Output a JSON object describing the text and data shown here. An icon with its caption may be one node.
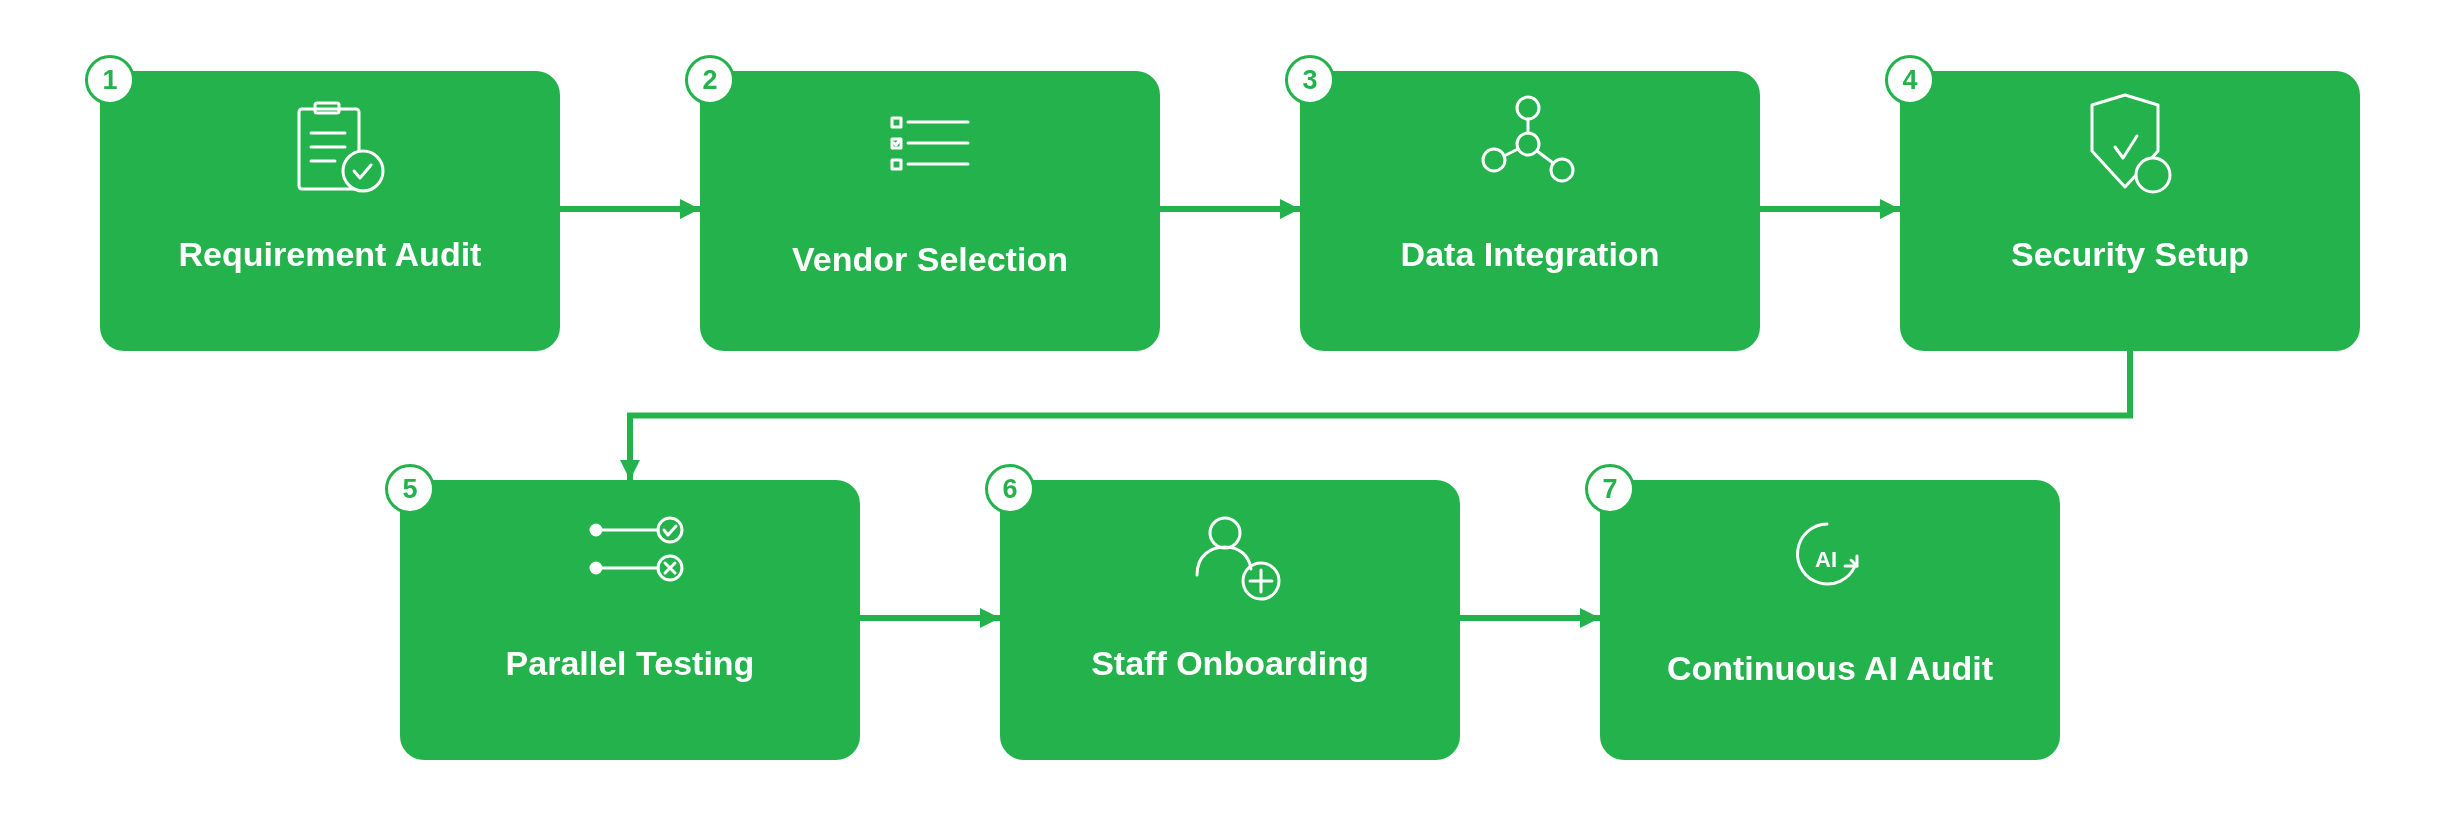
{
  "diagram": {
    "nodes": [
      {
        "text": [
          "1"
        ]
      },
      {
        "text": [
          "Requirement Audit"
        ]
      },
      {
        "text": [
          "2"
        ]
      },
      {
        "text": [
          "Vendor Selection"
        ]
      },
      {
        "text": [
          "3"
        ]
      },
      {
        "text": [
          "Data Integration"
        ]
      },
      {
        "text": [
          "4"
        ]
      },
      {
        "text": [
          "Security Setup"
        ]
      },
      {
        "text": [
          "5"
        ]
      },
      {
        "text": [
          "Parallel Testing"
        ]
      },
      {
        "text": [
          "6"
        ]
      },
      {
        "text": [
          "Staff Onboarding"
        ]
      },
      {
        "text": [
          "7"
        ]
      },
      {
        "text": [
          "Continuous AI Audit"
        ]
      }
    ],
    "edges": [
      {
        "from": 1,
        "to": 3,
        "arrow": "to"
      },
      {
        "from": 3,
        "to": 5,
        "arrow": "to"
      },
      {
        "from": 5,
        "to": 7,
        "arrow": "to"
      },
      {
        "from": 7,
        "to": 9,
        "arrow": "to"
      },
      {
        "from": 9,
        "to": 11,
        "arrow": "to"
      },
      {
        "from": 11,
        "to": 13,
        "arrow": "to"
      }
    ],
    "labels": [
      "AI"
    ]
  }
}
